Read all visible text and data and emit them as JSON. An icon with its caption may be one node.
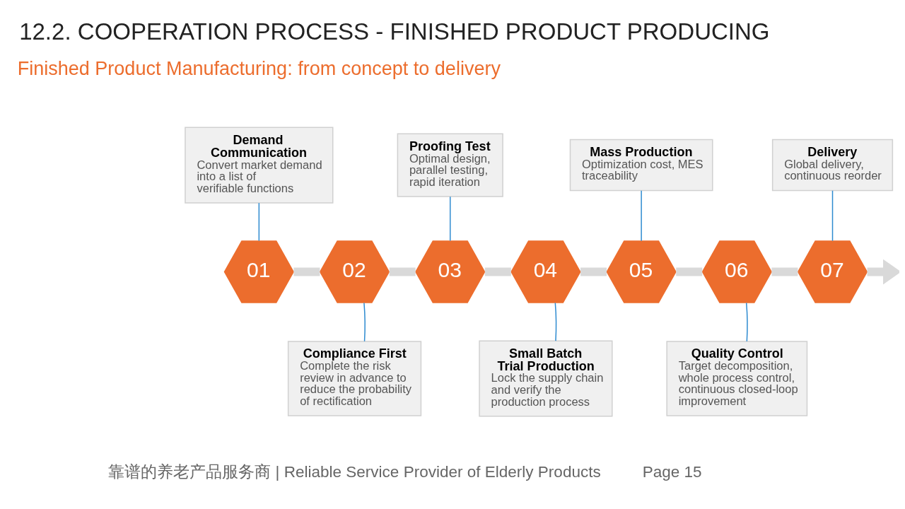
{
  "diagram": {
    "title": "12.2. COOPERATION PROCESS - FINISHED PRODUCT PRODUCING",
    "nodes": [
      {
        "text": [
          "01"
        ]
      },
      {
        "text": [
          "02"
        ]
      },
      {
        "text": [
          "03"
        ]
      },
      {
        "text": [
          "04"
        ]
      },
      {
        "text": [
          "05"
        ]
      },
      {
        "text": [
          "06"
        ]
      },
      {
        "text": [
          "07"
        ]
      },
      {
        "text": [
          "Demand Communication",
          "Convert market demand into a list of verifiable functions"
        ]
      },
      {
        "text": [
          "Compliance First",
          "Complete the risk review in advance to reduce the probability of rectification"
        ]
      },
      {
        "text": [
          "Proofing Test",
          "Optimal design, parallel testing, rapid iteration"
        ]
      },
      {
        "text": [
          "Small Batch Trial Production",
          "Lock the supply chain and verify the production process"
        ]
      },
      {
        "text": [
          "Mass Production",
          "Optimization cost, MES traceability"
        ]
      },
      {
        "text": [
          "Quality Control",
          "Target decomposition, whole process control, continuous closed-loop improvement"
        ]
      },
      {
        "text": [
          "Delivery",
          "Global delivery, continuous reorder"
        ]
      }
    ],
    "edges": [
      {
        "from": 0,
        "to": 1,
        "arrow": "none",
        "style": "thick",
        "color": "#d9d9d9"
      },
      {
        "from": 1,
        "to": 2,
        "arrow": "none",
        "style": "thick",
        "color": "#d9d9d9"
      },
      {
        "from": 2,
        "to": 3,
        "arrow": "none",
        "style": "thick",
        "color": "#d9d9d9"
      },
      {
        "from": 3,
        "to": 4,
        "arrow": "none",
        "style": "thick",
        "color": "#d9d9d9"
      },
      {
        "from": 4,
        "to": 5,
        "arrow": "none",
        "style": "thick",
        "color": "#d9d9d9"
      },
      {
        "from": 5,
        "to": 6,
        "arrow": "none",
        "style": "thick",
        "color": "#d9d9d9"
      },
      {
        "from": 6,
        "to": null,
        "arrow": "to",
        "style": "thick",
        "color": "#d9d9d9"
      },
      {
        "from": 7,
        "to": 0,
        "arrow": "none",
        "color": "#2e8bd0"
      },
      {
        "from": 8,
        "to": 1,
        "arrow": "none",
        "color": "#2e8bd0"
      },
      {
        "from": 9,
        "to": 2,
        "arrow": "none",
        "color": "#2e8bd0"
      },
      {
        "from": 10,
        "to": 3,
        "arrow": "none",
        "color": "#2e8bd0"
      },
      {
        "from": 11,
        "to": 4,
        "arrow": "none",
        "color": "#2e8bd0"
      },
      {
        "from": 12,
        "to": 5,
        "arrow": "none",
        "color": "#2e8bd0"
      },
      {
        "from": 13,
        "to": 6,
        "arrow": "none",
        "color": "#2e8bd0"
      }
    ],
    "labels": [
      "Finished Product Manufacturing: from concept to delivery",
      "靠谱的养老产品服务商 | Reliable Service Provider of Elderly Products",
      "Page 15"
    ]
  }
}
